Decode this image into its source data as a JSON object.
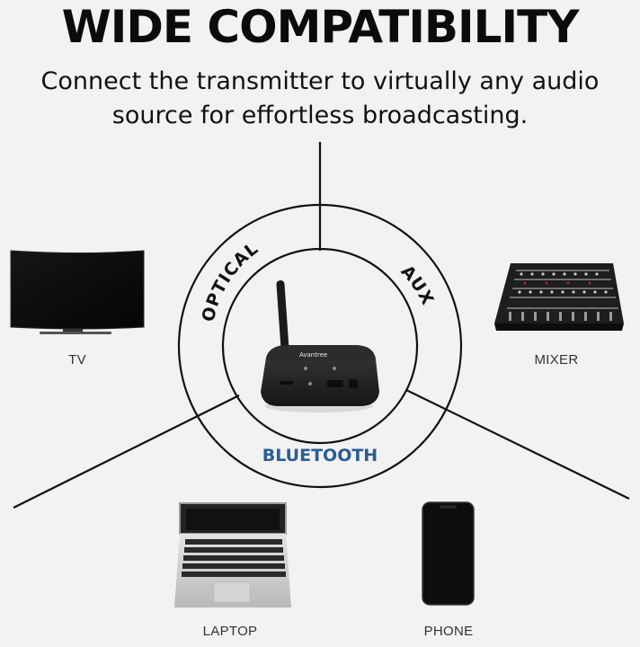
{
  "header": {
    "title": "WIDE COMPATIBILITY",
    "subtitle_line1": "Connect the transmitter to virtually any audio",
    "subtitle_line2": "source for effortless broadcasting."
  },
  "ring_labels": {
    "optical": "OPTICAL",
    "aux": "AUX",
    "bluetooth": "BLUETOOTH"
  },
  "devices": {
    "tv": "TV",
    "mixer": "MIXER",
    "laptop": "LAPTOP",
    "phone": "PHONE"
  },
  "transmitter": {
    "brand": "Avantree"
  },
  "colors": {
    "background": "#f2f2f2",
    "bluetooth_text": "#2b5c94",
    "lines": "#111111"
  }
}
